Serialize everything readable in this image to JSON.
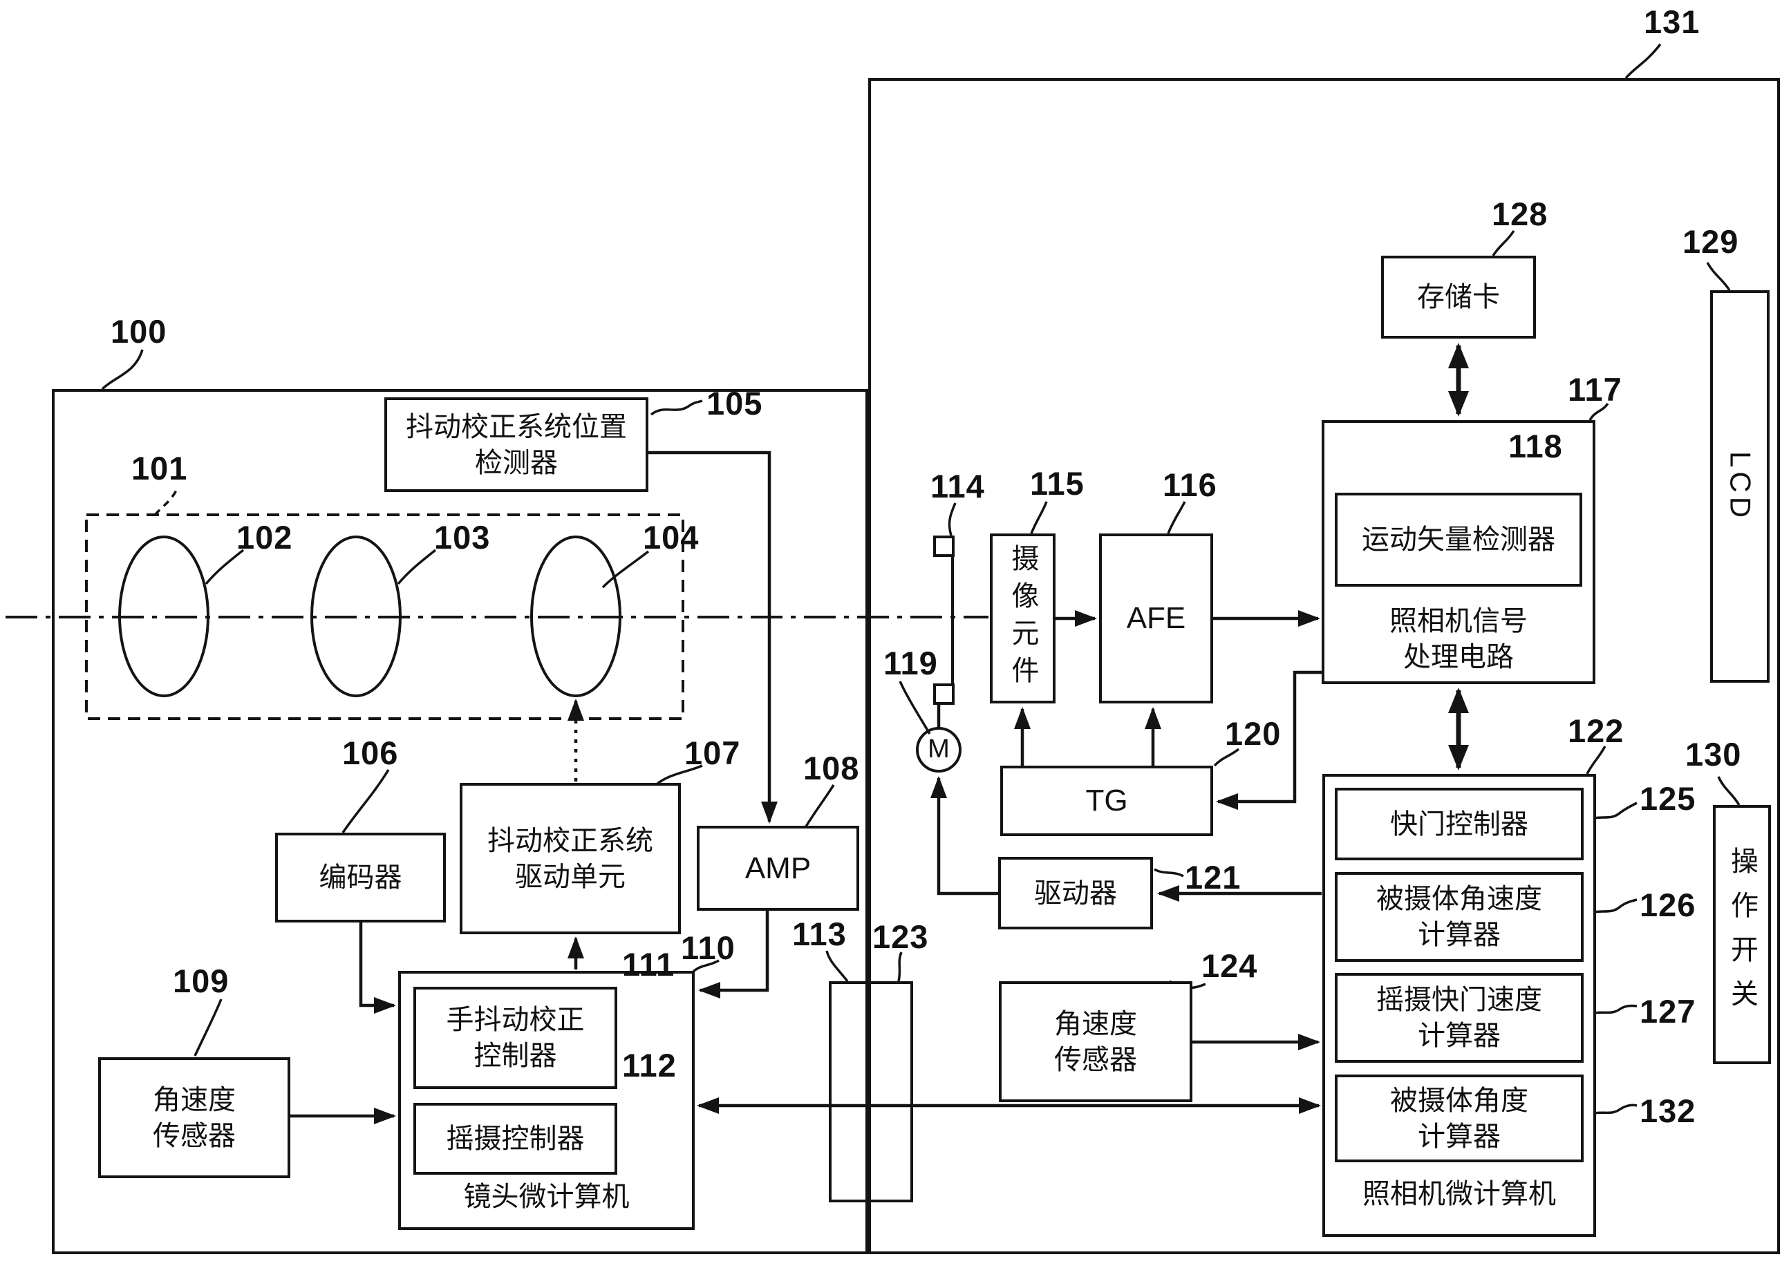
{
  "colors": {
    "line": "#141414",
    "background": "#ffffff"
  },
  "refs": {
    "r100": "100",
    "r101": "101",
    "r102": "102",
    "r103": "103",
    "r104": "104",
    "r105": "105",
    "r106": "106",
    "r107": "107",
    "r108": "108",
    "r109": "109",
    "r110": "110",
    "r111": "111",
    "r112": "112",
    "r113": "113",
    "r114": "114",
    "r115": "115",
    "r116": "116",
    "r117": "117",
    "r118": "118",
    "r119": "119",
    "r120": "120",
    "r121": "121",
    "r122": "122",
    "r123": "123",
    "r124": "124",
    "r125": "125",
    "r126": "126",
    "r127": "127",
    "r128": "128",
    "r129": "129",
    "r130": "130",
    "r131": "131",
    "r132": "132"
  },
  "blocks": {
    "b105": "抖动校正系统位置\n检测器",
    "b106": "编码器",
    "b107": "抖动校正系统\n驱动单元",
    "b108": "AMP",
    "b109": "角速度\n传感器",
    "b110_label": "镜头微计算机",
    "b111": "手抖动校正\n控制器",
    "b112": "摇摄控制器",
    "b115": "摄像元件",
    "b116": "AFE",
    "b117_label": "照相机信号\n处理电路",
    "b118": "运动矢量检测器",
    "b119": "M",
    "b120": "TG",
    "b121": "驱动器",
    "b122_label": "照相机微计算机",
    "b124": "角速度\n传感器",
    "b125": "快门控制器",
    "b126": "被摄体角速度\n计算器",
    "b127": "摇摄快门速度\n计算器",
    "b128": "存储卡",
    "b129": "LCD",
    "b130": "操作开关",
    "b132": "被摄体角度\n计算器"
  }
}
